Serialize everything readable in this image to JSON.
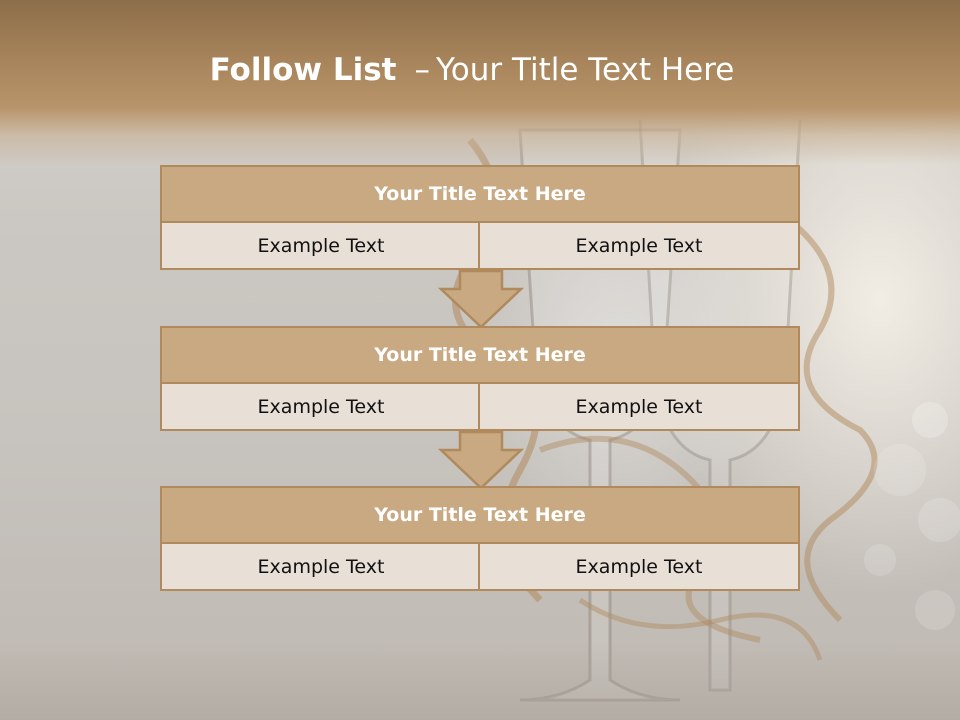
{
  "slide": {
    "title_bold": "Follow List",
    "title_dash": "–",
    "title_rest": "Your Title Text Here"
  },
  "blocks": [
    {
      "title": "Your Title Text Here",
      "left": "Example Text",
      "right": "Example Text"
    },
    {
      "title": "Your Title Text Here",
      "left": "Example Text",
      "right": "Example Text"
    },
    {
      "title": "Your Title Text Here",
      "left": "Example Text",
      "right": "Example Text"
    }
  ],
  "colors": {
    "header_band": "#a6835a",
    "title_fill": "#c9a982",
    "cell_fill": "#e8dfd6",
    "border": "#b08a5d"
  }
}
